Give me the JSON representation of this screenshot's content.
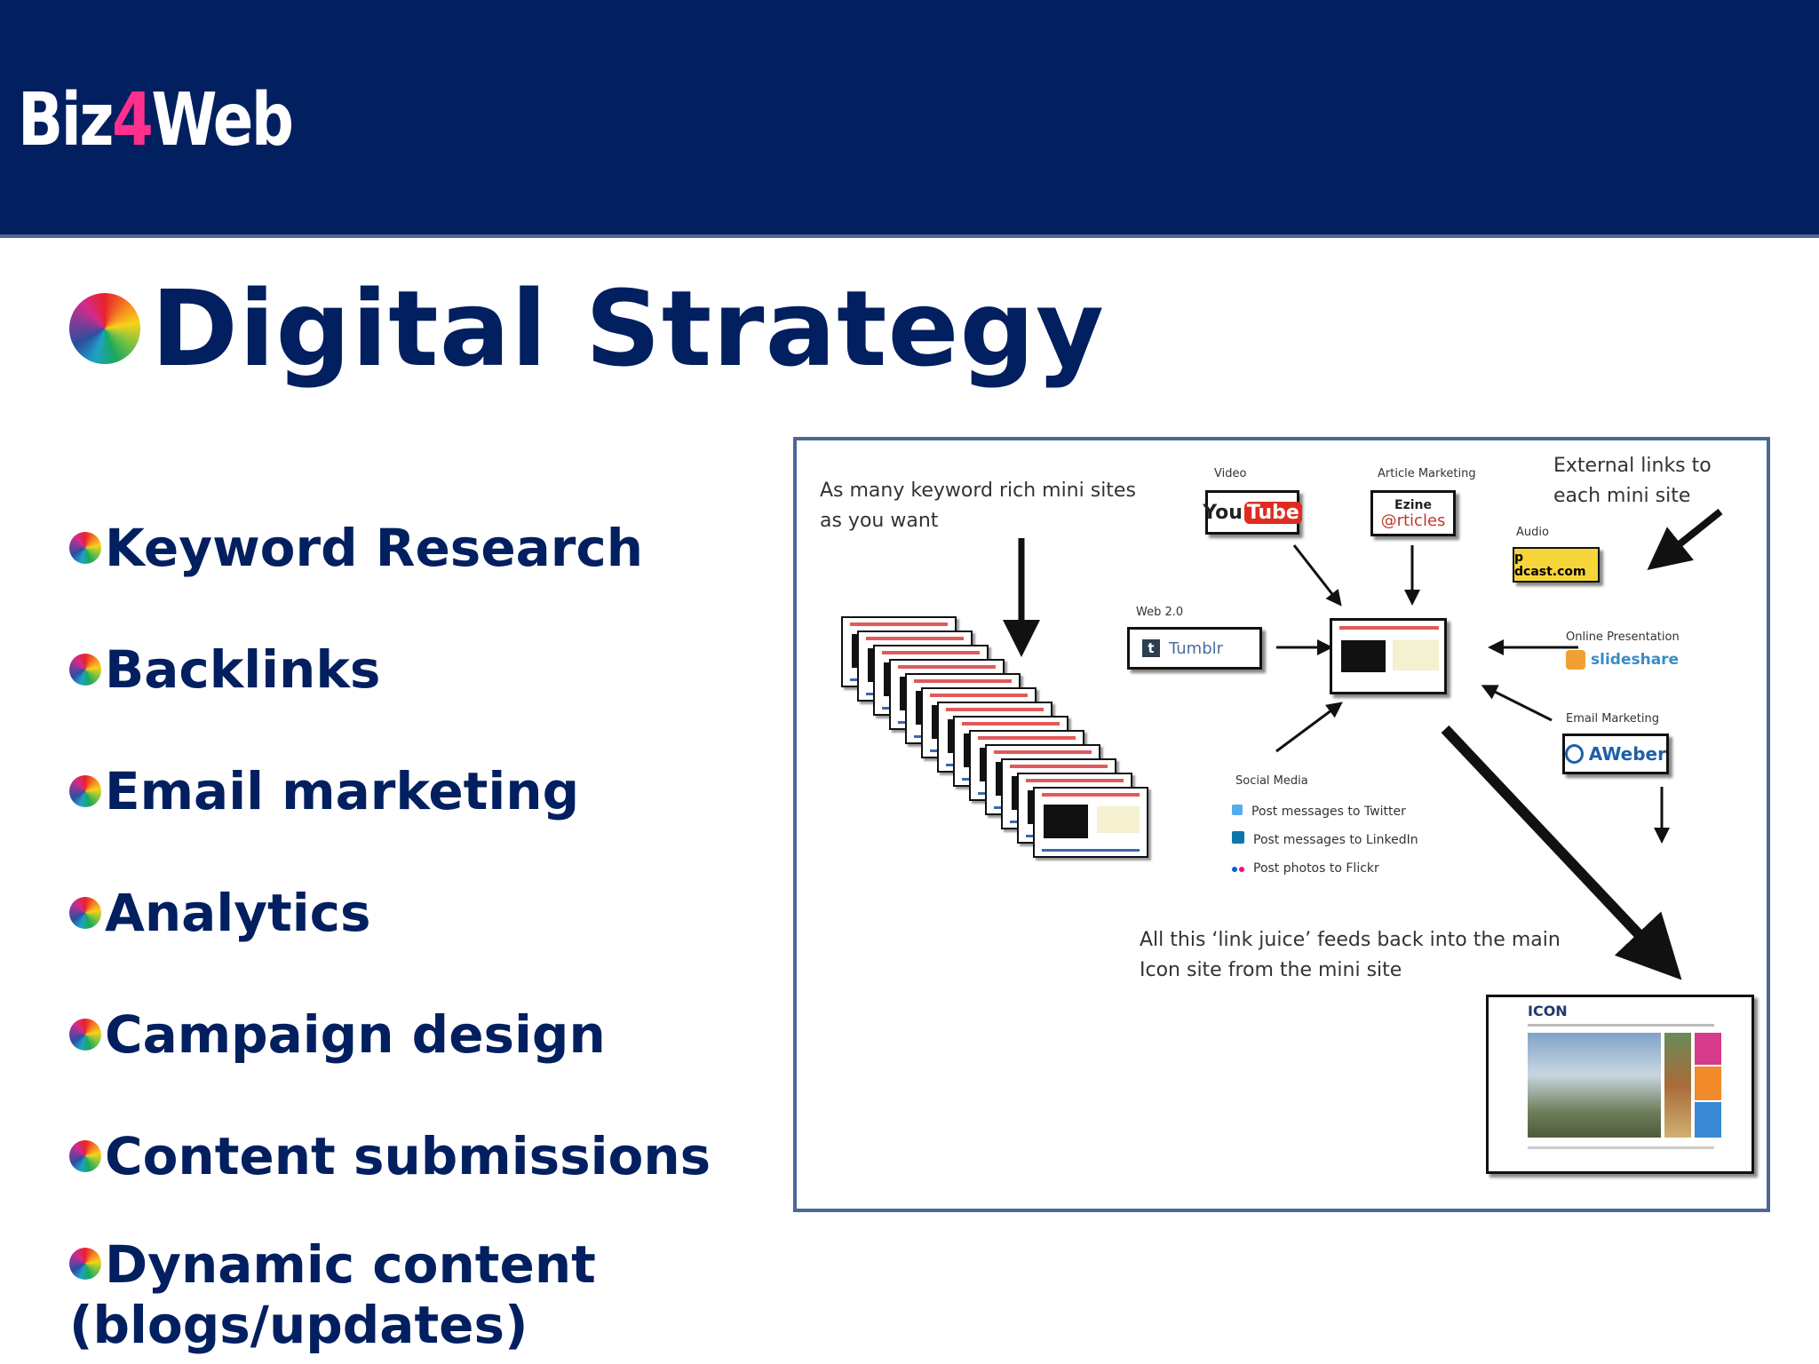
{
  "header": {
    "logo_part1": "Biz",
    "logo_part2": "4",
    "logo_part3": "Web"
  },
  "title": "Digital Strategy",
  "bullets": [
    "Keyword Research",
    "Backlinks",
    "Email marketing",
    "Analytics",
    "Campaign design",
    "Content submissions",
    "Dynamic content (blogs/updates)"
  ],
  "diagram": {
    "mini_sites_caption": "As many keyword rich mini sites as you want",
    "external_links_caption": "External links to each mini site",
    "link_juice_caption": "All this ‘link juice’ feeds back into the main Icon site from the mini site",
    "labels": {
      "video": "Video",
      "article_marketing": "Article Marketing",
      "audio": "Audio",
      "web20": "Web 2.0",
      "online_presentation": "Online Presentation",
      "email_marketing": "Email Marketing",
      "social_media": "Social Media"
    },
    "services": {
      "youtube_a": "You",
      "youtube_b": "Tube",
      "ezine_a": "Ezine",
      "ezine_b": "@rticles",
      "podcast": "p dcast.com",
      "tumblr": "Tumblr",
      "slideshare": "slideshare",
      "aweber": "AWeber"
    },
    "social_items": [
      "Post messages to Twitter",
      "Post messages to LinkedIn",
      "Post photos to Flickr"
    ],
    "icon_site_label": "ICON"
  },
  "colors": {
    "navy": "#021f60",
    "pink": "#ff2f8e",
    "border_blue": "#4d6894"
  }
}
